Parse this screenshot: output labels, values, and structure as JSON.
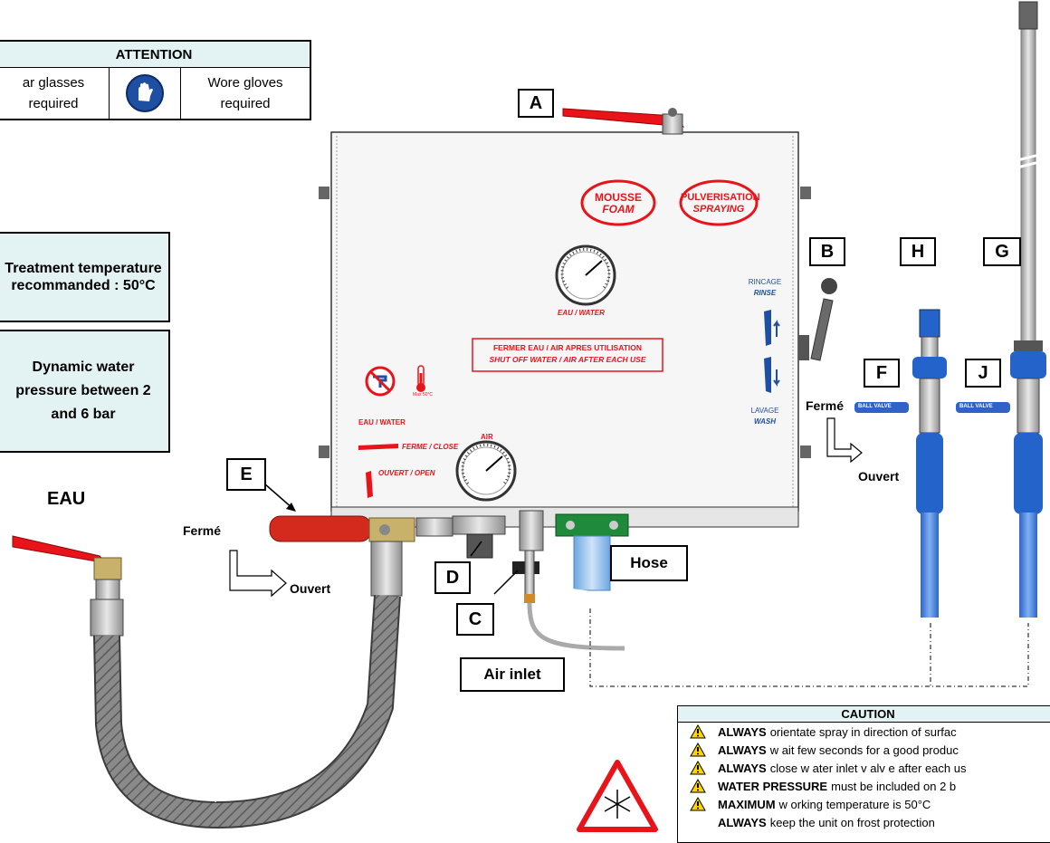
{
  "attention": {
    "title": "ATTENTION",
    "left_line1": "ar glasses",
    "left_line2": "required",
    "right_line1": "Wore gloves",
    "right_line2": "required"
  },
  "info_boxes": {
    "temperature": "Treatment temperature recommanded : 50°C",
    "pressure": "Dynamic water pressure between 2 and 6 bar"
  },
  "letters": {
    "A": "A",
    "B": "B",
    "C": "C",
    "D": "D",
    "E": "E",
    "F": "F",
    "G": "G",
    "H": "H",
    "J": "J"
  },
  "labels": {
    "eau": "EAU",
    "ferme_left": "Fermé",
    "ouvert_left": "Ouvert",
    "ferme_right": "Fermé",
    "ouvert_right": "Ouvert",
    "hose": "Hose",
    "air_inlet": "Air inlet"
  },
  "panel": {
    "mousse": "MOUSSE",
    "foam": "FOAM",
    "pulverisation": "PULVERISATION",
    "spraying": "SPRAYING",
    "eau_water_gauge": "EAU / WATER",
    "air_gauge": "AIR",
    "warning_line1": "FERMER EAU / AIR APRES UTILISATION",
    "warning_line2": "SHUT OFF WATER / AIR AFTER EACH USE",
    "rincage": "RINCAGE",
    "rinse": "RINSE",
    "lavage": "LAVAGE",
    "wash": "WASH",
    "eau_water_legend": "EAU / WATER",
    "ferme_close": "FERME / CLOSE",
    "ouvert_open": "OUVERT / OPEN",
    "temp_max": "Max 50°C",
    "valve_text": "BALL VALVE"
  },
  "caution": {
    "title": "CAUTION",
    "rows": [
      {
        "bold": "ALWAYS",
        "text": "orientate spray  in direction of surfac"
      },
      {
        "bold": "ALWAYS",
        "text": "w ait few  seconds for a good produc"
      },
      {
        "bold": "ALWAYS",
        "text": "close w ater inlet v alv e after each us"
      },
      {
        "bold": "WATER PRESSURE",
        "text": "must be included on 2 b"
      },
      {
        "bold": "MAXIMUM",
        "text": "w orking temperature is 50°C"
      },
      {
        "bold": "ALWAYS",
        "text": "keep the unit on frost protection"
      }
    ]
  },
  "colors": {
    "handle_red": "#e8141a",
    "panel_grey": "#f2f2f2",
    "hose_blue": "#3d7fe0",
    "info_fill": "#e3f3f3",
    "warning_yellow": "#ffd400"
  }
}
